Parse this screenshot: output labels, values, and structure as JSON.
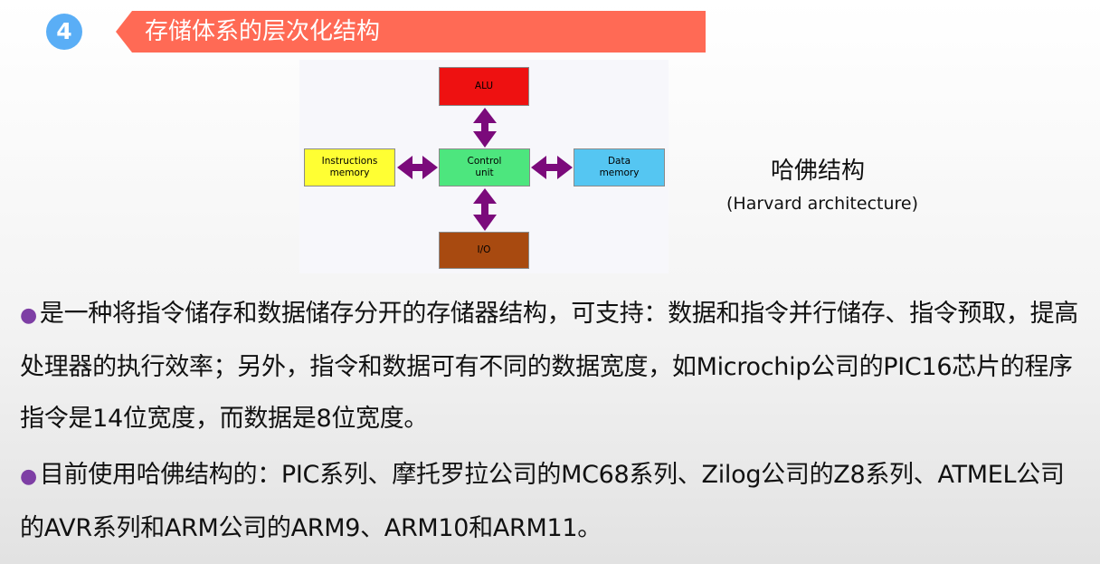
{
  "section": {
    "number": "4",
    "title": "存储体系的层次化结构"
  },
  "diagram": {
    "alu": "ALU",
    "instructions_memory": "Instructions memory",
    "control_unit": "Control unit",
    "data_memory": "Data memory",
    "io": "I/O",
    "colors": {
      "alu": "#ee1111",
      "instructions_memory": "#ffff33",
      "control_unit": "#4de67e",
      "data_memory": "#55c6f2",
      "io": "#a84a10",
      "arrows": "#7b0a7b"
    }
  },
  "caption": {
    "cn": "哈佛结构",
    "en": "(Harvard architecture)"
  },
  "bullets": [
    {
      "icon": "bullet-dot-icon",
      "text": "是一种将指令储存和数据储存分开的存储器结构，可支持：数据和指令并行储存、指令预取，提高处理器的执行效率；另外，指令和数据可有不同的数据宽度，如Microchip公司的PIC16芯片的程序指令是14位宽度，而数据是8位宽度。"
    },
    {
      "icon": "bullet-dot-icon",
      "text": "目前使用哈佛结构的：PIC系列、摩托罗拉公司的MC68系列、Zilog公司的Z8系列、ATMEL公司的AVR系列和ARM公司的ARM9、ARM10和ARM11。"
    }
  ],
  "colors": {
    "badge": "#5aaef6",
    "banner": "#ff6a55",
    "bullet": "#7e3fa5"
  }
}
